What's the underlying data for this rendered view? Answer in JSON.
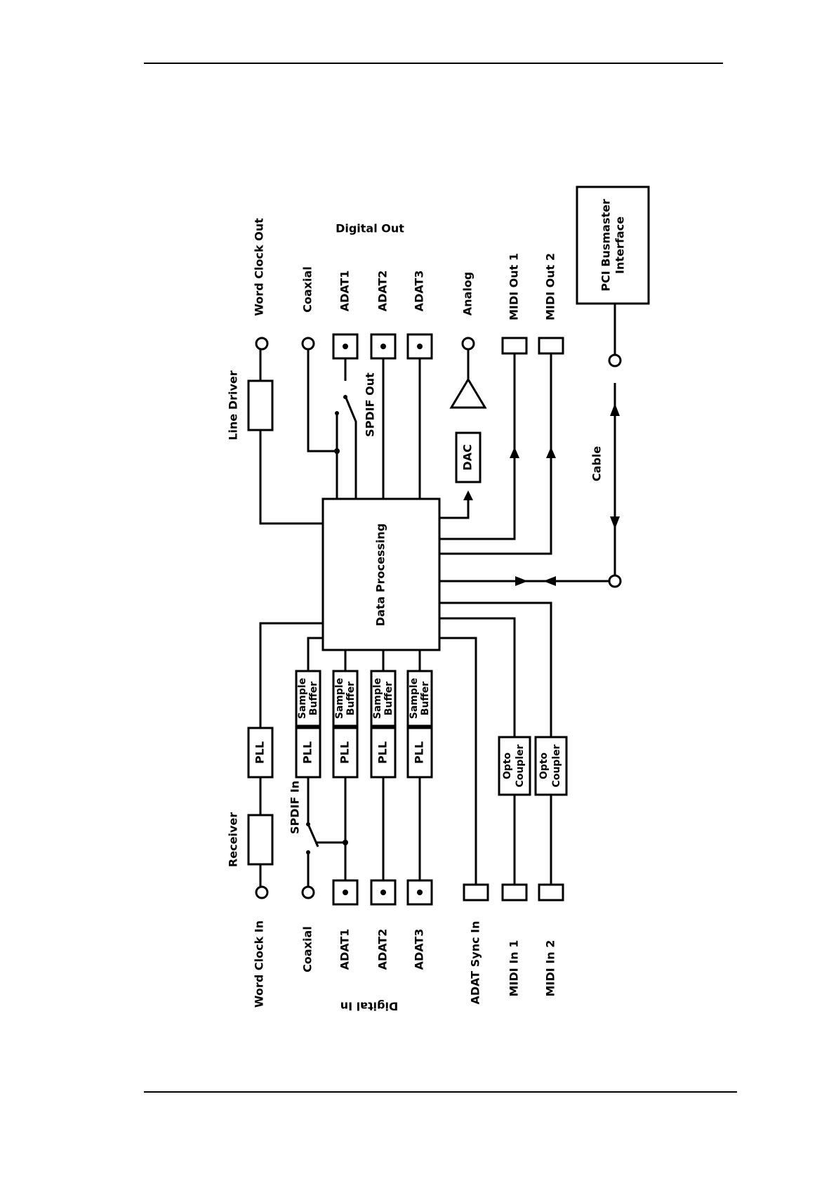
{
  "labels": {
    "digital_out": "Digital Out",
    "digital_in": "Digital In",
    "word_clock_out": "Word Clock Out",
    "word_clock_in": "Word Clock In",
    "coaxial_out": "Coaxial",
    "coaxial_in": "Coaxial",
    "adat1_out": "ADAT1",
    "adat2_out": "ADAT2",
    "adat3_out": "ADAT3",
    "adat1_in": "ADAT1",
    "adat2_in": "ADAT2",
    "adat3_in": "ADAT3",
    "analog": "Analog",
    "midi_out_1": "MIDI Out 1",
    "midi_out_2": "MIDI Out 2",
    "midi_in_1": "MIDI In 1",
    "midi_in_2": "MIDI In 2",
    "adat_sync_in": "ADAT Sync In",
    "line_driver": "Line Driver",
    "receiver": "Receiver",
    "spdif_out": "SPDIF Out",
    "spdif_in": "SPDIF In",
    "cable": "Cable",
    "data_processing": "Data Processing",
    "dac": "DAC",
    "pll": "PLL",
    "sample": "Sample",
    "buffer": "Buffer",
    "opto": "Opto",
    "coupler": "Coupler",
    "pci_line1": "PCI Busmaster",
    "pci_line2": "Interface"
  }
}
